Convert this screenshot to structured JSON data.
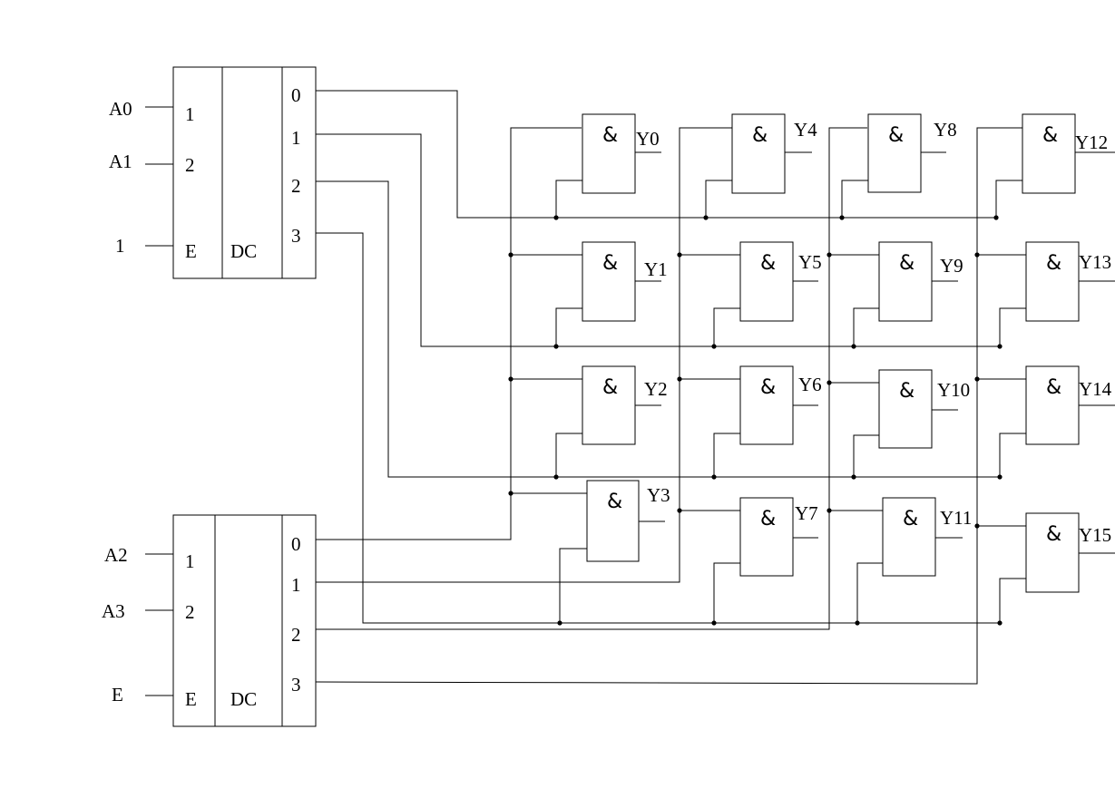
{
  "decoder_top": {
    "inputs": [
      "A0",
      "A1",
      "1"
    ],
    "pins_in": [
      "1",
      "2",
      "E"
    ],
    "label": "DC",
    "pins_out": [
      "0",
      "1",
      "2",
      "3"
    ]
  },
  "decoder_bottom": {
    "inputs": [
      "A2",
      "A3",
      "E"
    ],
    "pins_in": [
      "1",
      "2",
      "E"
    ],
    "label": "DC",
    "pins_out": [
      "0",
      "1",
      "2",
      "3"
    ]
  },
  "gates": {
    "symbol": "&",
    "outputs": [
      "Y0",
      "Y1",
      "Y2",
      "Y3",
      "Y4",
      "Y5",
      "Y6",
      "Y7",
      "Y8",
      "Y9",
      "Y10",
      "Y11",
      "Y12",
      "Y13",
      "Y14",
      "Y15"
    ]
  },
  "colors": {
    "line": "#000000",
    "background": "#ffffff"
  }
}
